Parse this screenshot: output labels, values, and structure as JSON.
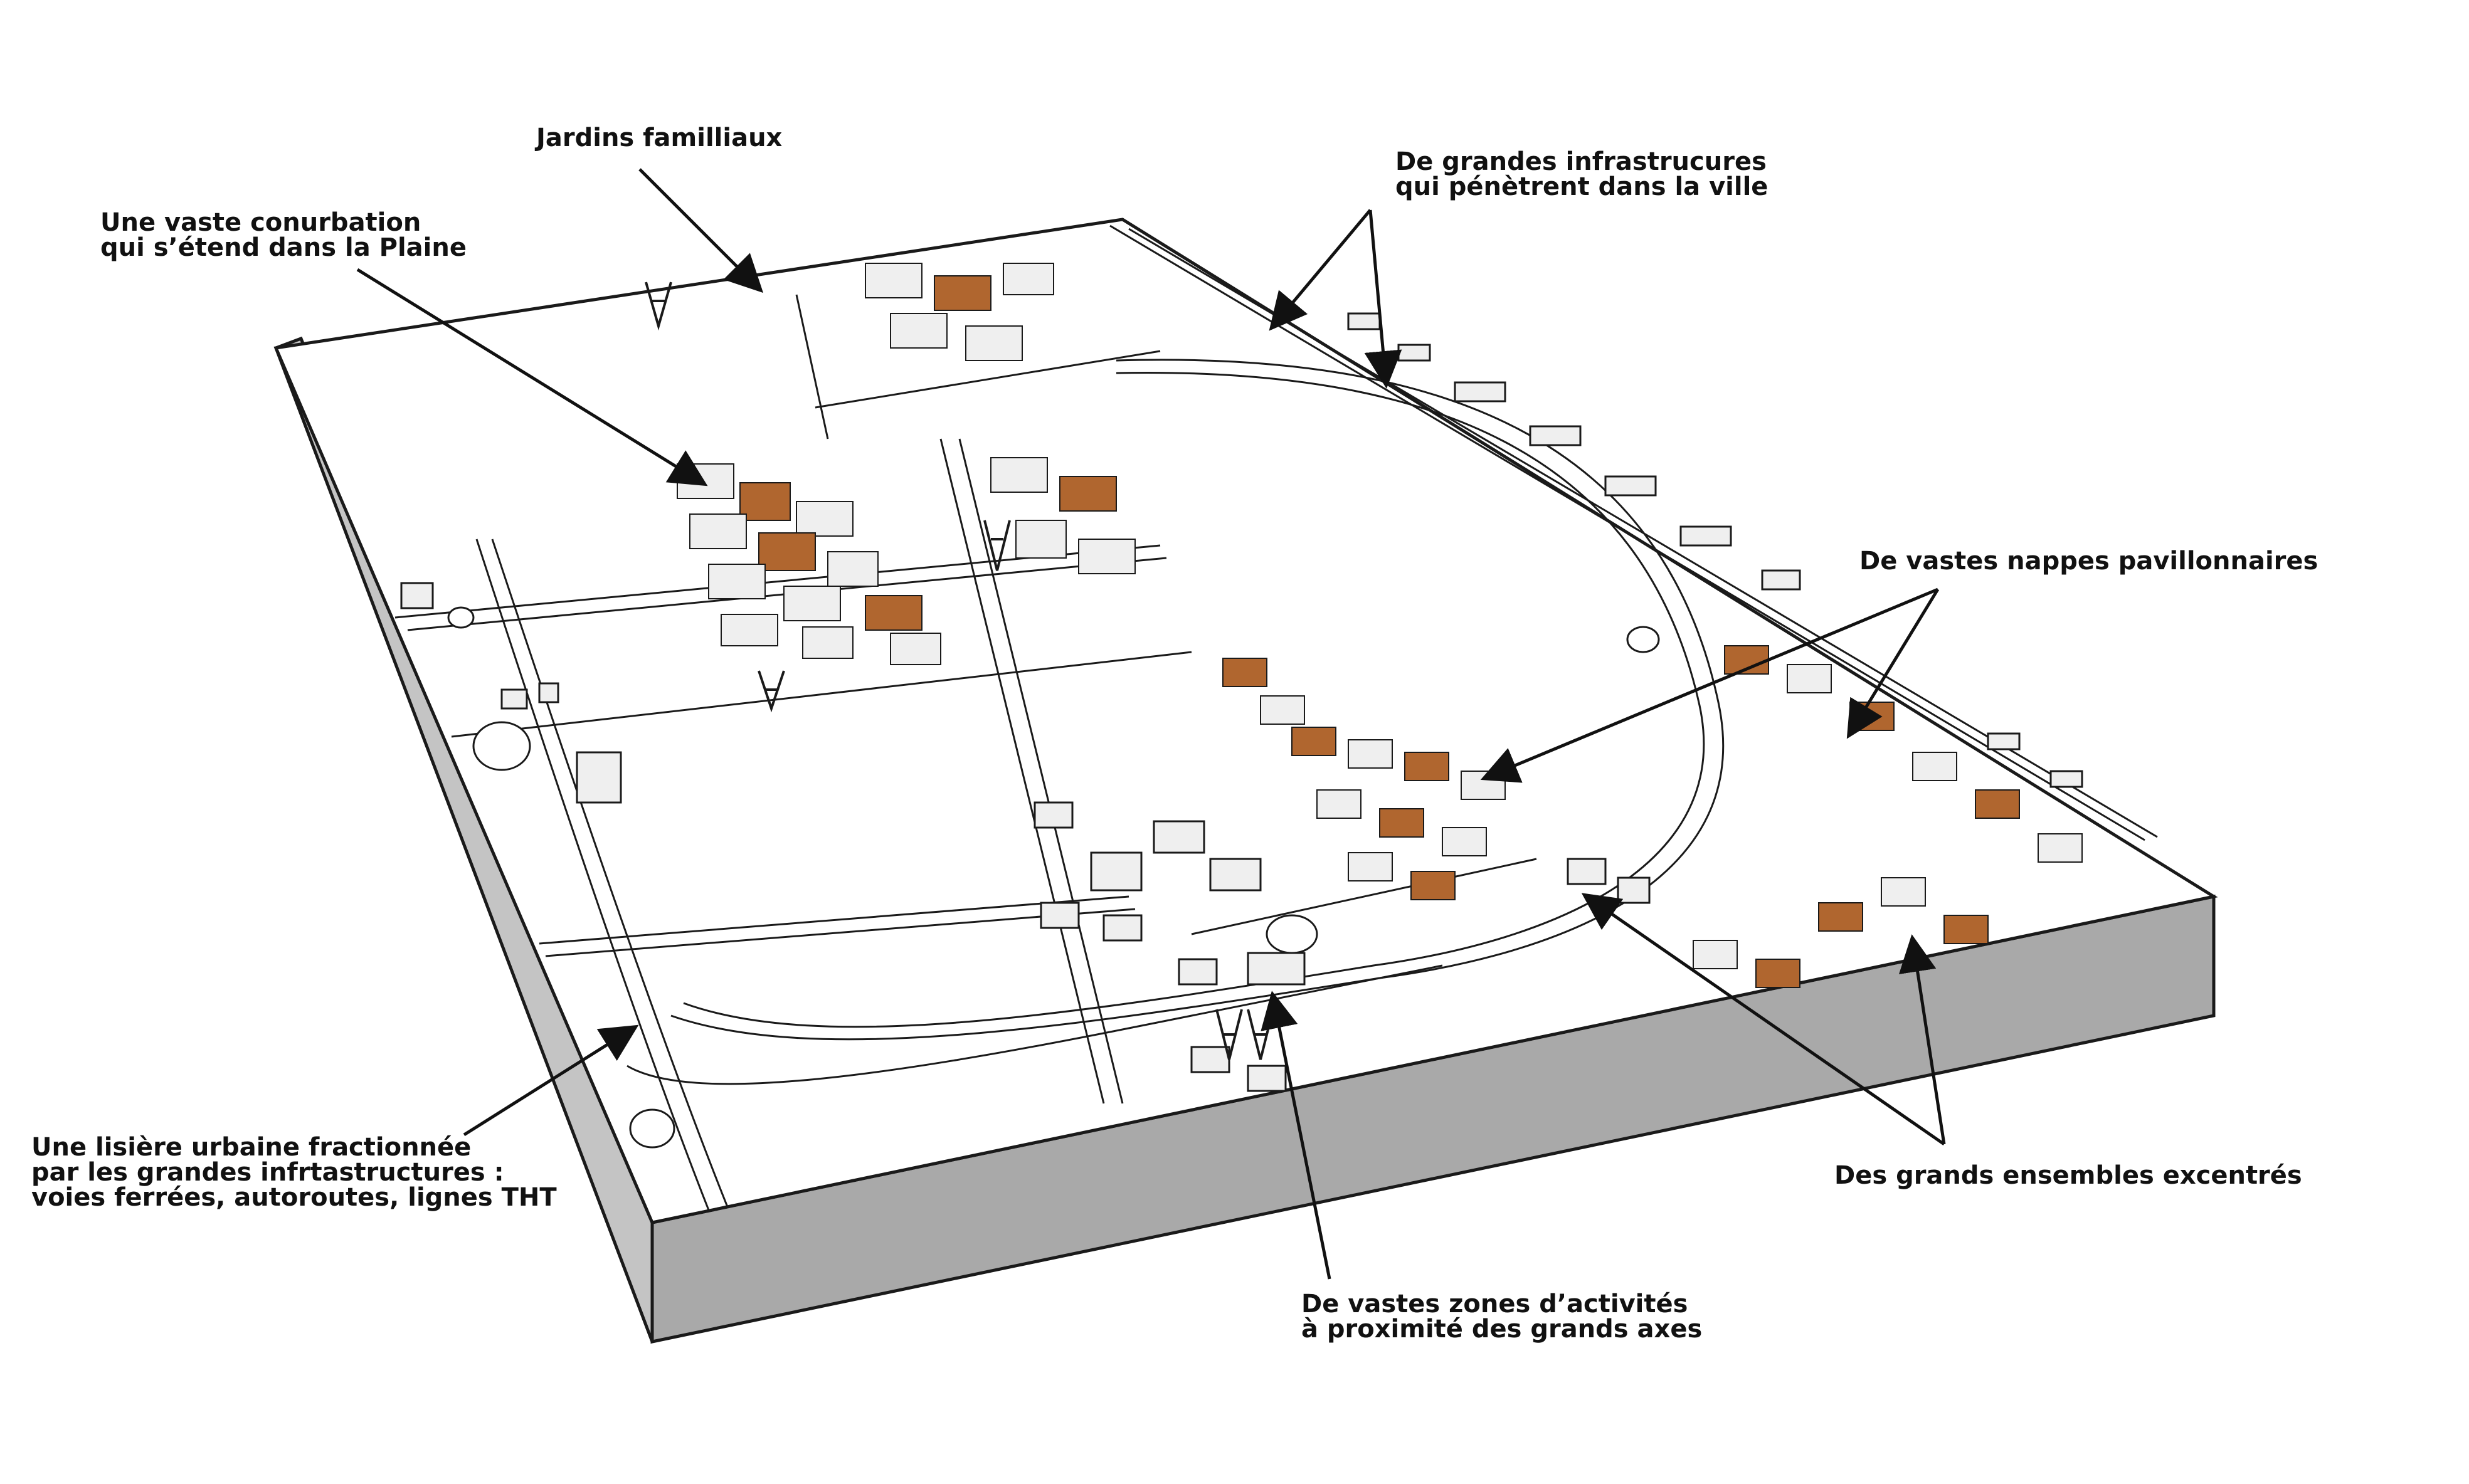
{
  "colors": {
    "background": "#ffffff",
    "ground": "#ffffff",
    "outline": "#1a1a1a",
    "side_front": "#a9a9a9",
    "side_left": "#c4c4c4",
    "road": "#fbfbfb",
    "building_light": "#efefef",
    "building_side": "#c7c7c7",
    "roof_brown": "#b0662f",
    "arrow": "#111111"
  },
  "labels": {
    "jardins": {
      "line1": "Jardins familliaux"
    },
    "conurbation": {
      "line1": "Une vaste conurbation",
      "line2": "qui s’étend dans la Plaine"
    },
    "infrastructures": {
      "line1": "De grandes infrastrucures",
      "line2": "qui pénètrent dans la ville"
    },
    "nappes": {
      "line1": "De vastes nappes pavillonnaires"
    },
    "lisiere": {
      "line1": "Une lisière urbaine fractionnée",
      "line2": "par les grandes infrtastructures :",
      "line3": "voies ferrées, autoroutes, lignes THT"
    },
    "ensembles": {
      "line1": "Des grands ensembles excentrés"
    },
    "zones": {
      "line1": "De vastes zones d’activités",
      "line2": "à proximité des grands axes"
    }
  }
}
